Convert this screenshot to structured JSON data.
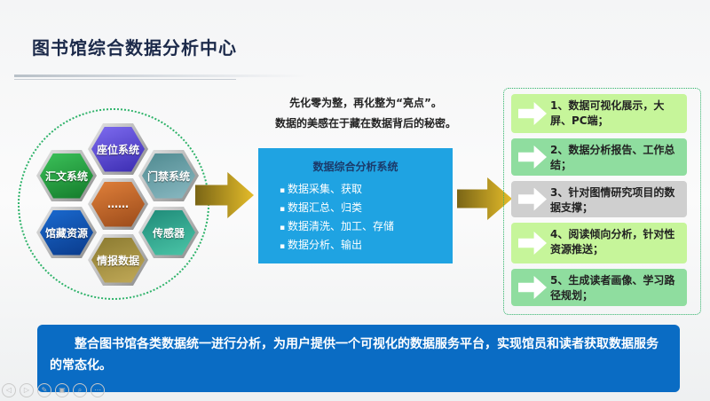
{
  "title": "图书馆综合数据分析中心",
  "tagline": [
    "先化零为整，再化整为“亮点”。",
    "数据的美感在于藏在数据背后的秘密。"
  ],
  "sources": {
    "seat": "座位系统",
    "huiwen": "汇文系统",
    "access": "门禁系统",
    "more": "……",
    "collection": "馆藏资源",
    "sensor": "传感器",
    "intel": "情报数据"
  },
  "center": {
    "title": "数据综合分析系统",
    "items": [
      "数据采集、获取",
      "数据汇总、归类",
      "数据清洗、加工、存储",
      "数据分析、输出"
    ]
  },
  "outputs": [
    "1、数据可视化展示，大屏、PC端；",
    "2、数据分析报告、工作总结；",
    "3、针对图情研究项目的数据支撑；",
    "4、阅读倾向分析，针对性资源推送；",
    "5、生成读者画像、学习路径规划；"
  ],
  "summary": "整合图书馆各类数据统一进行分析，为用户提供一个可视化的数据服务平台，实现馆员和读者获取数据服务的常态化。",
  "colors": {
    "center_box": "#1fa3e2",
    "summary_box": "#0a6cc4",
    "light_green": "#c6f59a",
    "mid_green": "#8fdd9f",
    "gray": "#cfcfcf"
  }
}
